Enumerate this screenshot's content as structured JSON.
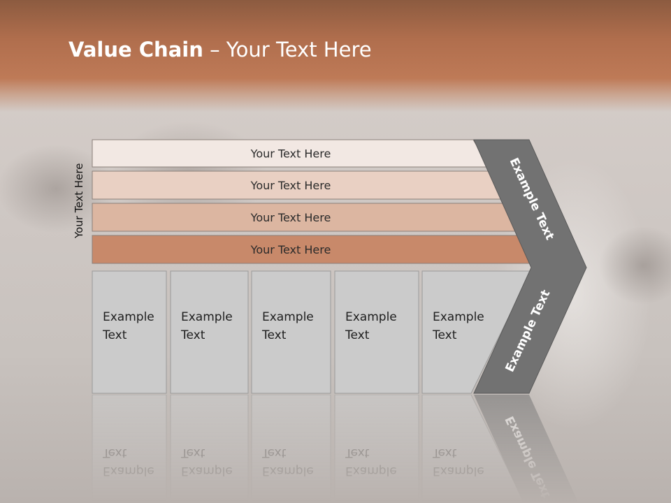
{
  "slide": {
    "title_bold": "Value Chain",
    "title_rest": " – Your Text Here",
    "side_label": "Your Text Here"
  },
  "support_bars": [
    {
      "label": "Your Text Here",
      "color": "#f2e8e3"
    },
    {
      "label": "Your Text Here",
      "color": "#e9d0c3"
    },
    {
      "label": "Your Text Here",
      "color": "#dcb6a1"
    },
    {
      "label": "Your Text Here",
      "color": "#c8896a"
    }
  ],
  "primary_boxes": [
    {
      "line1": "Example",
      "line2": "Text"
    },
    {
      "line1": "Example",
      "line2": "Text"
    },
    {
      "line1": "Example",
      "line2": "Text"
    },
    {
      "line1": "Example",
      "line2": "Text"
    },
    {
      "line1": "Example",
      "line2": "Text"
    }
  ],
  "chevron": {
    "upper_label": "Example Text",
    "lower_label": "Example Text",
    "color": "#727272"
  },
  "colors": {
    "box_fill": "#cbcbcb",
    "box_stroke": "#9a9a9a",
    "title_band": "#b06e4d"
  }
}
